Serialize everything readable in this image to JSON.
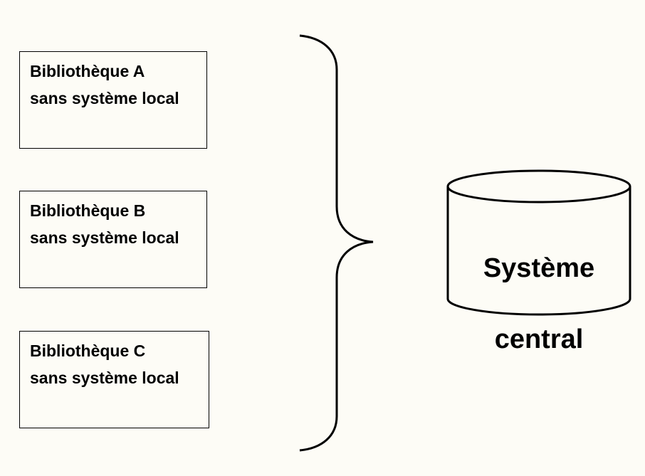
{
  "libraries": [
    {
      "name": "Bibliothèque A",
      "description": "sans système local"
    },
    {
      "name": "Bibliothèque B",
      "description": "sans système local"
    },
    {
      "name": "Bibliothèque C",
      "description": "sans système local"
    }
  ],
  "central_system": {
    "label_line1": "Système",
    "label_line2": "central"
  },
  "colors": {
    "background": "#fdfcf6",
    "stroke": "#000000"
  }
}
